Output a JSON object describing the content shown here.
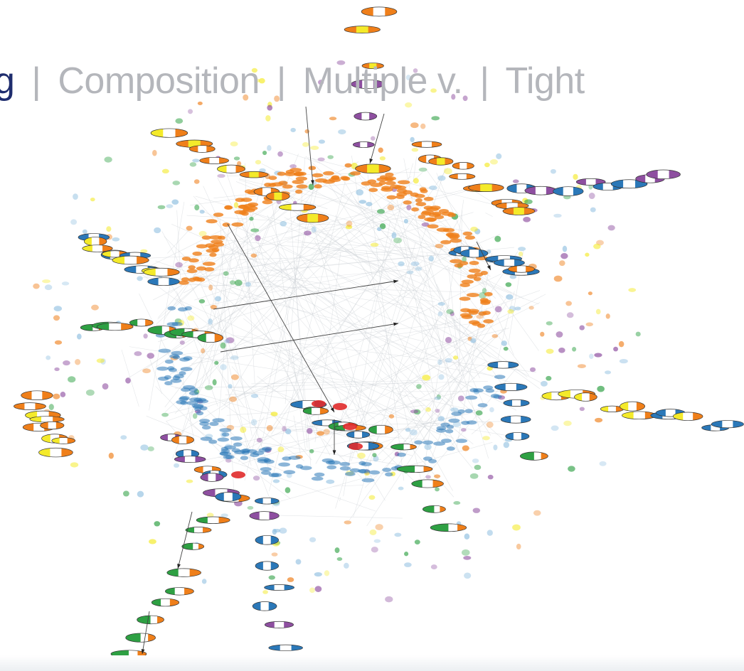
{
  "nav": {
    "items": [
      {
        "label": "g",
        "active": true
      },
      {
        "label": "Composition",
        "active": false
      },
      {
        "label": "Multiple v.",
        "active": false
      },
      {
        "label": "Tight",
        "active": false
      }
    ],
    "separator": "|"
  },
  "legend_colors": {
    "orange": "#ef7f1a",
    "blue": "#2b78b8",
    "green": "#2ea043",
    "yellow": "#f4ea2a",
    "purple": "#8e4fa0",
    "red": "#e02a2a",
    "light_blue": "#8fbfe0",
    "edge_gray": "#c8cdd2"
  }
}
